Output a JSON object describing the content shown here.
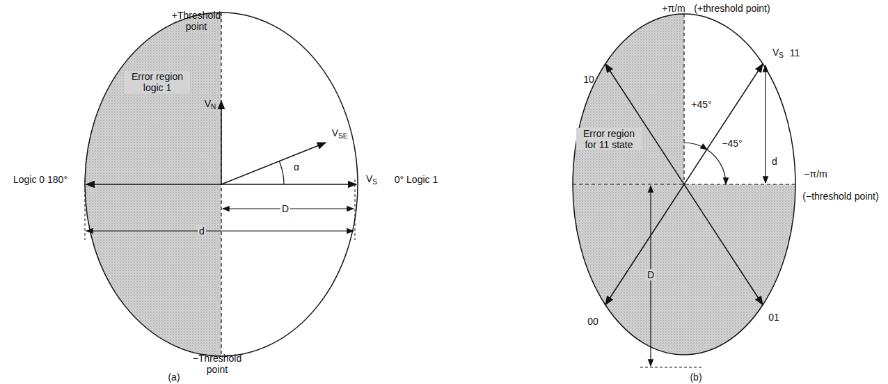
{
  "diagram": {
    "labels": [
      "+Threshold point",
      "Error region logic 1",
      "VN",
      "VSE",
      "α",
      "Logic 0 180°",
      "VS",
      "0° Logic 1",
      "D",
      "d",
      "−Threshold point",
      "(a)",
      "+π/m",
      "(+threshold point)",
      "10",
      "VS",
      "11",
      "+45°",
      "−45°",
      "Error region for 11 state",
      "d",
      "−π/m",
      "(−threshold point)",
      "D",
      "00",
      "01",
      "(b)"
    ]
  }
}
